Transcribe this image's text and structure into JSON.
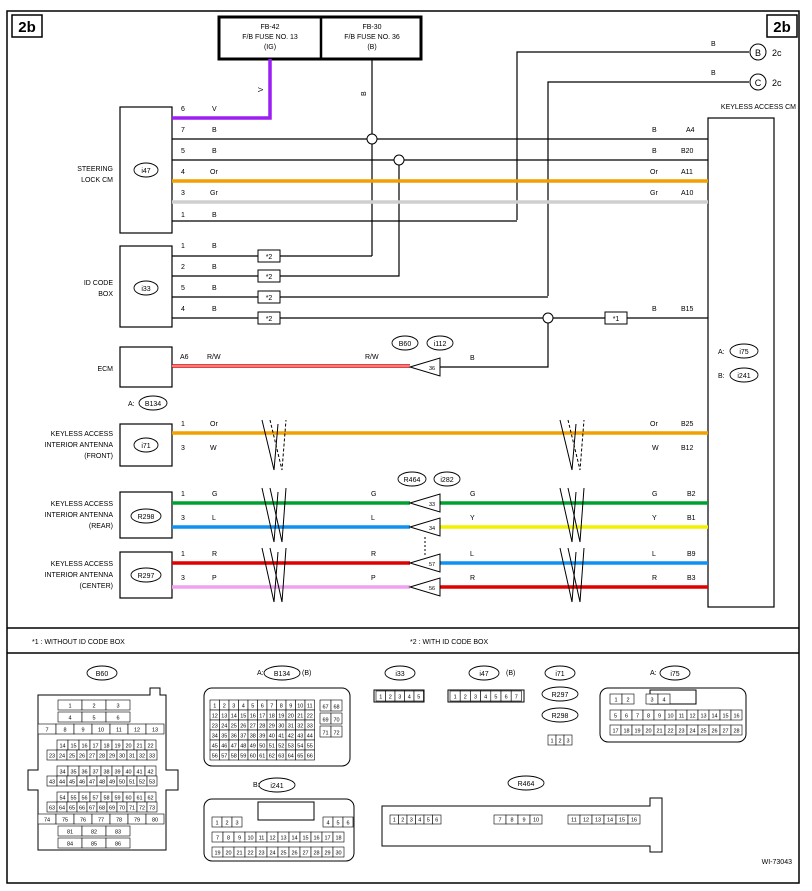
{
  "page_tag": "2b",
  "figure_id": "WI-73043",
  "fuses": [
    {
      "name": "FB-42",
      "desc": "F/B FUSE NO. 13",
      "circuit": "(IG)"
    },
    {
      "name": "FB-30",
      "desc": "F/B FUSE NO. 36",
      "circuit": "(B)"
    }
  ],
  "refs": [
    {
      "wire": "B",
      "circle": "B",
      "page": "2c"
    },
    {
      "wire": "B",
      "circle": "C",
      "page": "2c"
    }
  ],
  "keyless_cm": {
    "title": "KEYLESS ACCESS CM",
    "conn_a_prefix": "A:",
    "conn_a": "i75",
    "conn_b_prefix": "B:",
    "conn_b": "i241"
  },
  "steering": {
    "name_line1": "STEERING",
    "name_line2": "LOCK CM",
    "conn": "i47",
    "pins": [
      {
        "pin": "6",
        "color": "V"
      },
      {
        "pin": "7",
        "color": "B",
        "cm_color": "B",
        "cm_pin": "A4"
      },
      {
        "pin": "5",
        "color": "B",
        "cm_color": "B",
        "cm_pin": "B20"
      },
      {
        "pin": "4",
        "color": "Or",
        "cm_color": "Or",
        "cm_pin": "A11"
      },
      {
        "pin": "3",
        "color": "Gr",
        "cm_color": "Gr",
        "cm_pin": "A10"
      },
      {
        "pin": "1",
        "color": "B"
      }
    ],
    "fuse_wire_label": "V",
    "fb30_wire_label": "B"
  },
  "idbox": {
    "name_line1": "ID CODE",
    "name_line2": "BOX",
    "conn": "i33",
    "pins": [
      {
        "pin": "1",
        "color": "B"
      },
      {
        "pin": "2",
        "color": "B"
      },
      {
        "pin": "5",
        "color": "B"
      },
      {
        "pin": "4",
        "color": "B"
      }
    ],
    "mark": "*2",
    "mark1": "*1",
    "b15_color": "B",
    "b15_pin": "B15"
  },
  "ecm": {
    "name": "ECM",
    "pin": "A6",
    "color": "R/W",
    "mid_color": "R/W",
    "conn1": "B60",
    "conn2": "i112",
    "splice_pin": "36",
    "out_color": "B"
  },
  "front": {
    "conn_prefix": "A:",
    "conn_top": "B134",
    "name_line1": "KEYLESS ACCESS",
    "name_line2": "INTERIOR ANTENNA",
    "name_line3": "(FRONT)",
    "conn": "i71",
    "pins": [
      {
        "pin": "1",
        "color": "Or",
        "cm_color": "Or",
        "cm_pin": "B25"
      },
      {
        "pin": "3",
        "color": "W",
        "cm_color": "W",
        "cm_pin": "B12"
      }
    ]
  },
  "rear": {
    "name_line1": "KEYLESS ACCESS",
    "name_line2": "INTERIOR ANTENNA",
    "name_line3": "(REAR)",
    "conn": "R298",
    "pins": [
      {
        "pin": "1",
        "color": "G",
        "mid": "G",
        "jpin": "33",
        "out": "G",
        "cm_color": "G",
        "cm_pin": "B2"
      },
      {
        "pin": "3",
        "color": "L",
        "mid": "L",
        "jpin": "34",
        "out": "Y",
        "cm_color": "Y",
        "cm_pin": "B1"
      }
    ],
    "jconn1": "R464",
    "jconn2": "i282"
  },
  "center": {
    "name_line1": "KEYLESS ACCESS",
    "name_line2": "INTERIOR ANTENNA",
    "name_line3": "(CENTER)",
    "conn": "R297",
    "pins": [
      {
        "pin": "1",
        "color": "R",
        "mid": "R",
        "jpin": "57",
        "out": "L",
        "cm_color": "L",
        "cm_pin": "B9"
      },
      {
        "pin": "3",
        "color": "P",
        "mid": "P",
        "jpin": "56",
        "out": "R",
        "cm_color": "R",
        "cm_pin": "B3"
      }
    ]
  },
  "notes": {
    "note1": "*1 : WITHOUT ID CODE BOX",
    "note2": "*2 : WITH ID CODE BOX"
  },
  "connector_faces": {
    "b60": {
      "label": "B60",
      "rows": [
        [
          "1",
          "2",
          "3"
        ],
        [
          "4",
          "5",
          "6"
        ],
        [
          "7",
          "8",
          "9",
          "10",
          "11",
          "12",
          "13"
        ],
        [
          "14",
          "15",
          "16",
          "17",
          "18",
          "19",
          "20",
          "21",
          "22"
        ],
        [
          "23",
          "24",
          "25",
          "26",
          "27",
          "28",
          "29",
          "30",
          "31",
          "32",
          "33"
        ],
        [
          "34",
          "35",
          "36",
          "37",
          "38",
          "39",
          "40",
          "41",
          "42"
        ],
        [
          "43",
          "44",
          "45",
          "46",
          "47",
          "48",
          "49",
          "50",
          "51",
          "52",
          "53"
        ],
        [
          "54",
          "55",
          "56",
          "57",
          "58",
          "59",
          "60",
          "61",
          "62"
        ],
        [
          "63",
          "64",
          "65",
          "66",
          "67",
          "68",
          "69",
          "70",
          "71",
          "72",
          "73"
        ],
        [
          "74",
          "75",
          "76",
          "77",
          "78",
          "79",
          "80"
        ],
        [
          "81",
          "82",
          "83"
        ],
        [
          "84",
          "85",
          "86"
        ]
      ]
    },
    "b134": {
      "prefix": "A:",
      "label": "B134",
      "suffix": "(B)",
      "rows": [
        [
          "1",
          "2",
          "3",
          "4",
          "5",
          "6",
          "7",
          "8",
          "9",
          "10",
          "11"
        ],
        [
          "12",
          "13",
          "14",
          "15",
          "16",
          "17",
          "18",
          "19",
          "20",
          "21",
          "22"
        ],
        [
          "23",
          "24",
          "25",
          "26",
          "27",
          "28",
          "29",
          "30",
          "31",
          "32",
          "33"
        ],
        [
          "34",
          "35",
          "36",
          "37",
          "38",
          "39",
          "40",
          "41",
          "42",
          "43",
          "44"
        ],
        [
          "45",
          "46",
          "47",
          "48",
          "49",
          "50",
          "51",
          "52",
          "53",
          "54",
          "55"
        ],
        [
          "56",
          "57",
          "58",
          "59",
          "60",
          "61",
          "62",
          "63",
          "64",
          "65",
          "66"
        ]
      ],
      "side": [
        [
          "67",
          "68"
        ],
        [
          "69",
          "70"
        ],
        [
          "71",
          "72"
        ]
      ]
    },
    "i33": {
      "label": "i33",
      "pins": [
        "1",
        "2",
        "3",
        "4",
        "5"
      ]
    },
    "i47": {
      "label": "i47",
      "suffix": "(B)",
      "pins": [
        "1",
        "2",
        "3",
        "4",
        "5",
        "6",
        "7"
      ]
    },
    "small": {
      "l1": "i71",
      "l2": "R297",
      "l3": "R298",
      "pins": [
        "1",
        "2",
        "3"
      ]
    },
    "i75": {
      "prefix": "A:",
      "label": "i75",
      "rows": [
        [
          "1",
          "2",
          "",
          "3",
          "4"
        ],
        [
          "5",
          "6",
          "7",
          "8",
          "9",
          "10",
          "11",
          "12",
          "13",
          "14",
          "15",
          "16"
        ],
        [
          "17",
          "18",
          "19",
          "20",
          "21",
          "22",
          "23",
          "24",
          "25",
          "26",
          "27",
          "28"
        ]
      ]
    },
    "i241": {
      "prefix": "B:",
      "label": "i241",
      "rows": [
        [
          "1",
          "2",
          "3",
          "",
          "4",
          "5",
          "6"
        ],
        [
          "7",
          "8",
          "9",
          "10",
          "11",
          "12",
          "13",
          "14",
          "15",
          "16",
          "17",
          "18"
        ],
        [
          "19",
          "20",
          "21",
          "22",
          "23",
          "24",
          "25",
          "26",
          "27",
          "28",
          "29",
          "30"
        ]
      ]
    },
    "r464": {
      "label": "R464",
      "row1": [
        "1",
        "2",
        "3",
        "4",
        "5",
        "6",
        "7",
        "8",
        "9",
        "10",
        "11",
        "12",
        "13",
        "14",
        "15",
        "16"
      ]
    }
  }
}
